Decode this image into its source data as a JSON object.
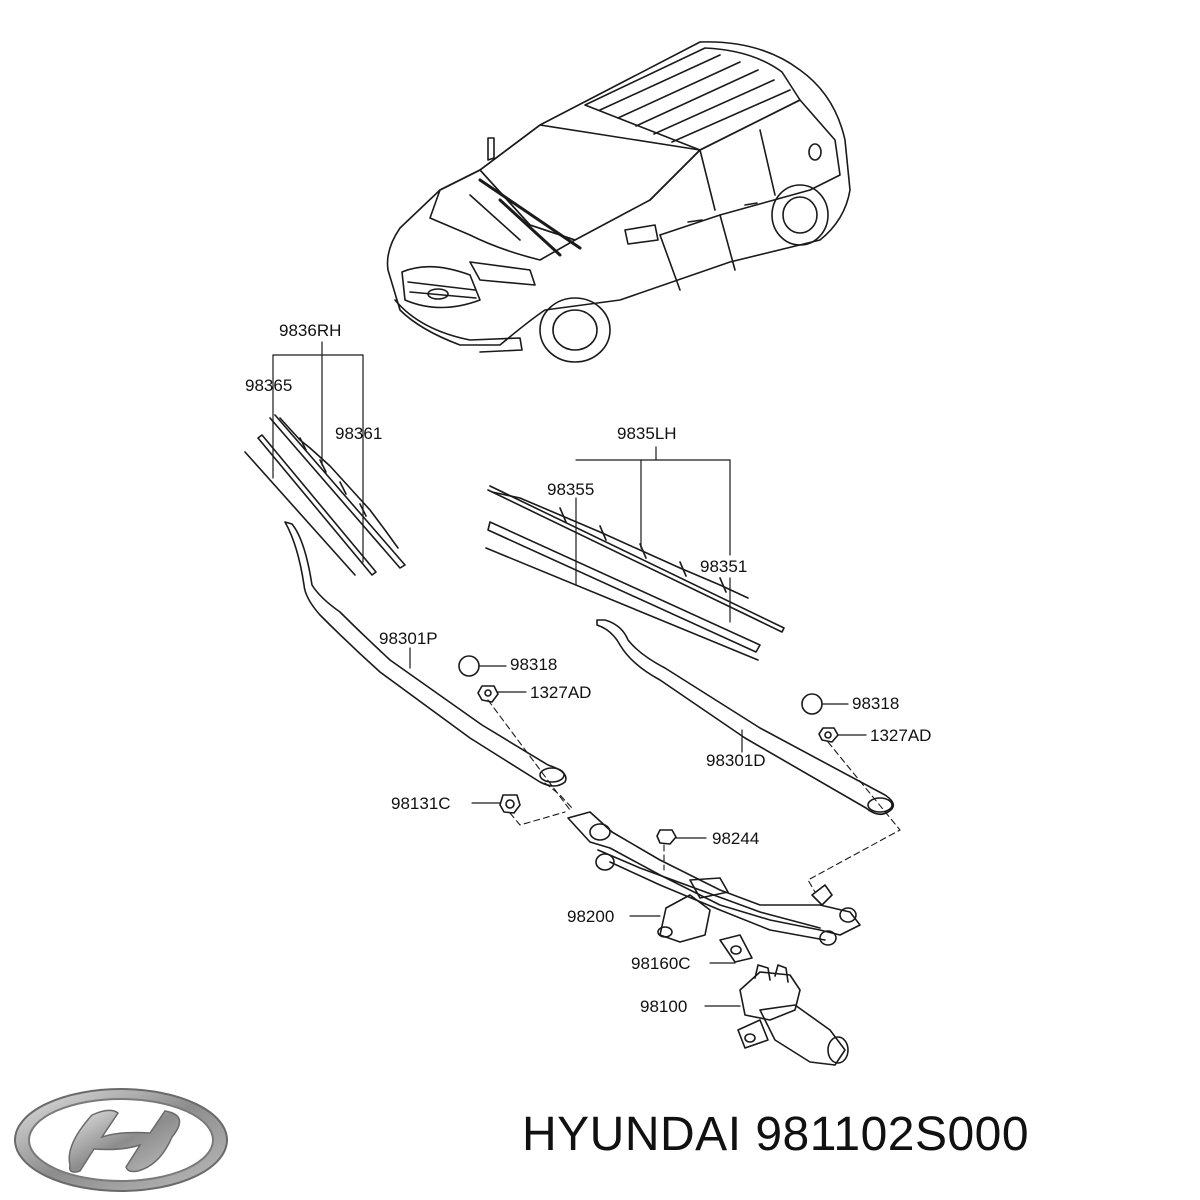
{
  "callouts": {
    "c9836RH": "9836RH",
    "c98365": "98365",
    "c98361": "98361",
    "c9835LH": "9835LH",
    "c98355": "98355",
    "c98351": "98351",
    "c98301P": "98301P",
    "c98318_left": "98318",
    "c1327AD_left": "1327AD",
    "c98318_right": "98318",
    "c1327AD_right": "1327AD",
    "c98301D": "98301D",
    "c98131C": "98131C",
    "c98244": "98244",
    "c98200": "98200",
    "c98160C": "98160C",
    "c98100": "98100"
  },
  "footer": {
    "part_label": "HYUNDAI 981102S000"
  },
  "icons": {
    "vehicle": "suv-illustration-icon",
    "logo": "hyundai-logo-icon"
  },
  "colors": {
    "line": "#1a1a1a",
    "background": "#ffffff",
    "logo_gray": "#9a9a9a"
  }
}
